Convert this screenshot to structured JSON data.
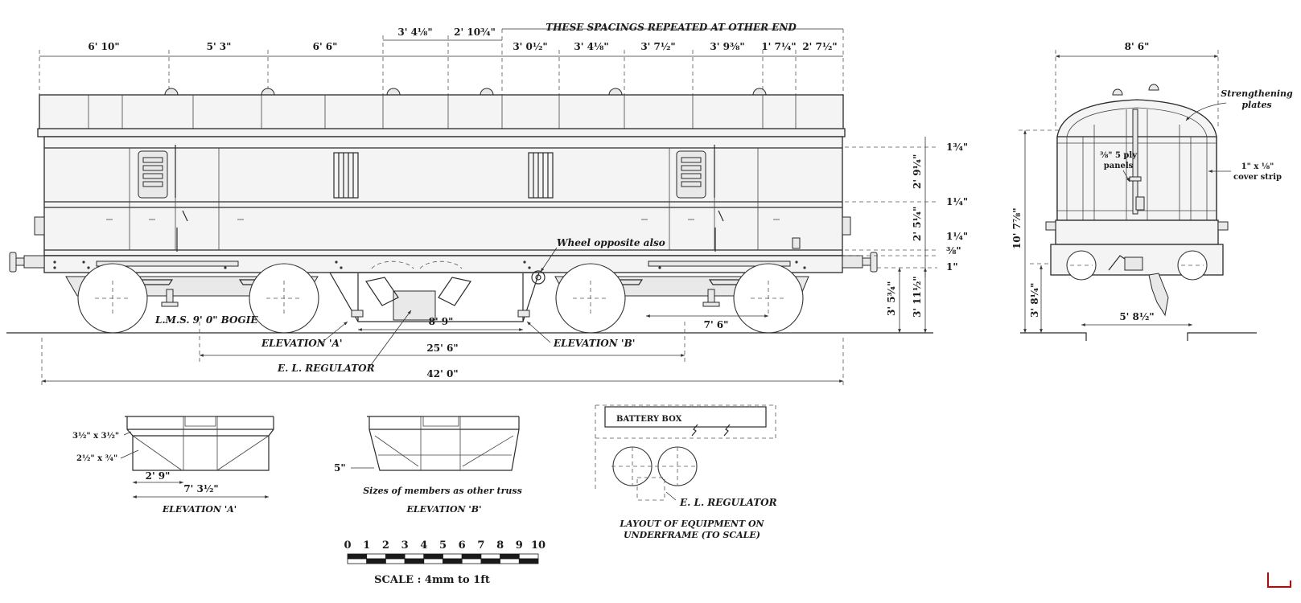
{
  "side_elevation": {
    "top_dimensions": [
      "6' 10\"",
      "5' 3\"",
      "6' 6\"",
      "3' 4⅛\"",
      "2' 10¾\"",
      "3' 0½\"",
      "3' 4⅛\"",
      "3' 7½\"",
      "3' 9⅜\"",
      "1' 7¼\"",
      "2' 7½\""
    ],
    "repeat_note": "THESE SPACINGS REPEATED AT OTHER END",
    "right_dimensions": [
      "1¾\"",
      "2' 9¼\"",
      "1¼\"",
      "2' 5¼\"",
      "1¼\"",
      "⅜\"",
      "1\"",
      "3' 11½\"",
      "3' 5¾\""
    ],
    "wheel_note": "Wheel opposite also",
    "bogie_label": "L.M.S. 9' 0\" BOGIE",
    "elevation_a_label": "ELEVATION 'A'",
    "elevation_b_label": "ELEVATION 'B'",
    "regulator_label": "E. L. REGULATOR",
    "dim_8_9": "8' 9\"",
    "dim_7_6": "7' 6\"",
    "dim_25_6": "25' 6\"",
    "dim_42_0": "42' 0\""
  },
  "end_elevation": {
    "width_dim": "8' 6\"",
    "height_dim": "10' 7⅞\"",
    "lower_height_dim": "3' 8¼\"",
    "wheel_dim": "5' 8½\"",
    "strengthening": [
      "Strengthening",
      "plates"
    ],
    "panels": [
      "⅜\" 5 ply",
      "panels"
    ],
    "cover_strip": [
      "1\" x ⅛\"",
      "cover strip"
    ]
  },
  "truss_a": {
    "dims": [
      "3½\" x 3½\"",
      "2½\" x ¾\""
    ],
    "dim_2_9": "2' 9\"",
    "dim_7_3": "7' 3½\"",
    "caption": "ELEVATION 'A'"
  },
  "truss_b": {
    "dim_5": "5\"",
    "note": "Sizes of members as other truss",
    "caption": "ELEVATION 'B'"
  },
  "layout": {
    "battery_box": "BATTERY BOX",
    "regulator": "E. L. REGULATOR",
    "caption_lines": [
      "LAYOUT OF EQUIPMENT ON",
      "UNDERFRAME (TO SCALE)"
    ]
  },
  "scale_bar": {
    "numbers": [
      "0",
      "1",
      "2",
      "3",
      "4",
      "5",
      "6",
      "7",
      "8",
      "9",
      "10"
    ],
    "caption": "SCALE : 4mm to 1ft"
  },
  "colors": {
    "line": "#2a2a2a",
    "mark": "#cc0000"
  }
}
